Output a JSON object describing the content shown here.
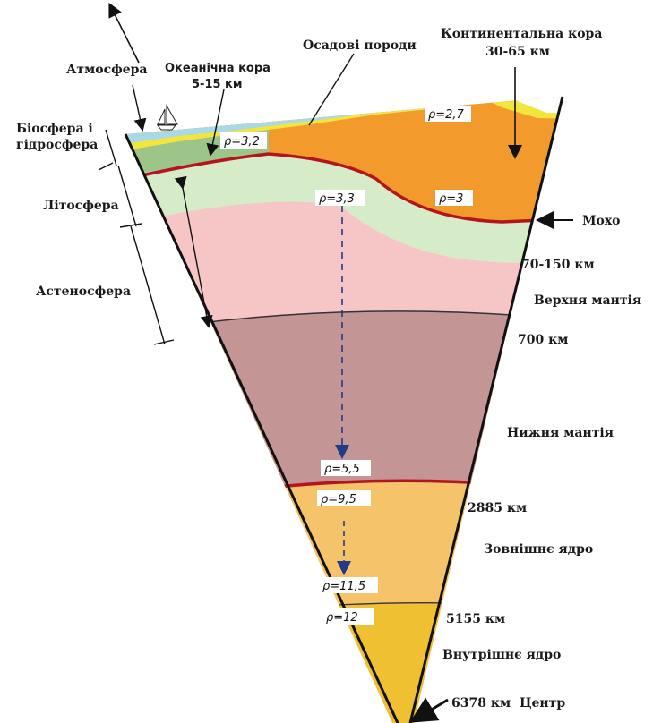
{
  "labels": {
    "atmosphere": "Атмосфера",
    "biosphere_line1": "Біосфера і",
    "biosphere_line2": "гідросфера",
    "lithosphere": "Літосфера",
    "asthenosphere": "Астеносфера",
    "oceanic_crust_line1": "Океанічна кора",
    "oceanic_crust_line2": "5-15 км",
    "sediments": "Осадові породи",
    "continental_crust_line1": "Континентальна кора",
    "continental_crust_line2": "30-65 км",
    "moho": "Мохо",
    "depth_70_150": "70-150 км",
    "upper_mantle": "Верхня мантія",
    "depth_700": "700 км",
    "lower_mantle": "Нижня мантія",
    "depth_2885": "2885 км",
    "outer_core": "Зовнішнє ядро",
    "depth_5155": "5155 км",
    "inner_core": "Внутрішнє ядро",
    "depth_6378": "6378 км",
    "center": "Центр"
  },
  "densities": {
    "continental_crust": "ρ=2,7",
    "oceanic_crust": "ρ=3,2",
    "crust_base": "ρ=3",
    "upper_mantle": "ρ=3,3",
    "lower_mantle": "ρ=5,5",
    "outer_core_top": "ρ=9,5",
    "outer_core_bottom": "ρ=11,5",
    "inner_core": "ρ=12"
  },
  "colors": {
    "ocean": "#a9d8e6",
    "sediment": "#f2e63c",
    "oceanic_crust": "#9dc58a",
    "continental_crust": "#f39a2c",
    "lithosphere_mantle": "#d6ecc8",
    "asthenosphere": "#f6c6c6",
    "lower_mantle": "#c49595",
    "outer_core": "#f5c46a",
    "inner_core": "#f0c033",
    "boundary": "#b3141d"
  }
}
